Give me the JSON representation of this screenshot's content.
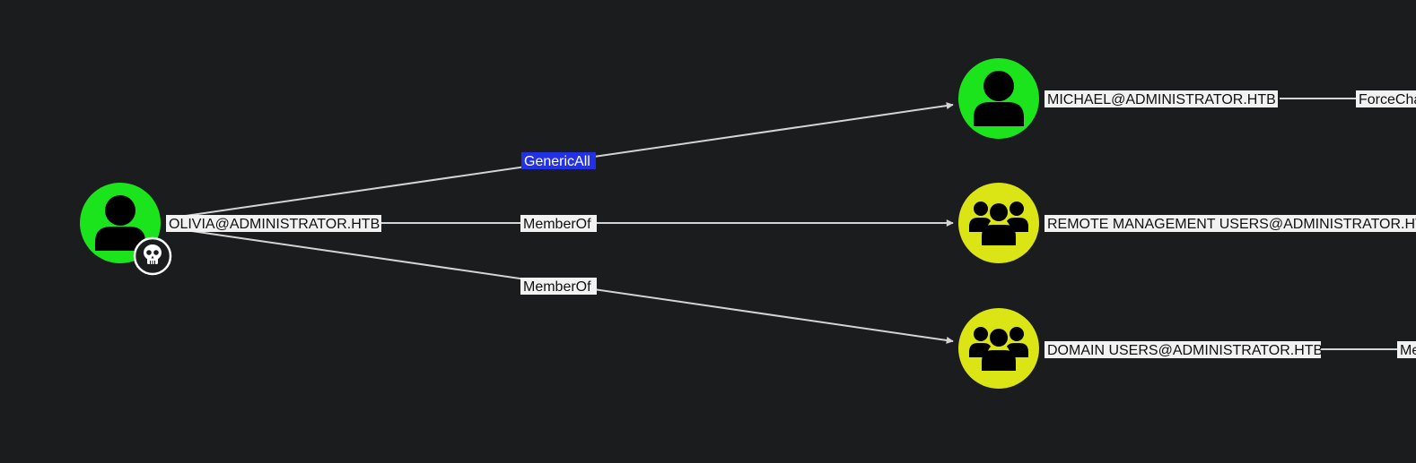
{
  "colors": {
    "background": "#1b1c1e",
    "user_node": "#1ce41c",
    "group_node": "#dbe414",
    "edge": "#d4d4d4",
    "label_bg": "#f2f2f2",
    "selected_edge_label_bg": "#2230e6",
    "owned_badge": "#1b1c1e"
  },
  "nodes": {
    "olivia": {
      "label": "OLIVIA@ADMINISTRATOR.HTB",
      "kind": "user",
      "icon": "user-icon",
      "badge": "skull-icon"
    },
    "michael": {
      "label": "MICHAEL@ADMINISTRATOR.HTB",
      "kind": "user",
      "icon": "user-icon"
    },
    "remote_mgmt": {
      "label": "REMOTE MANAGEMENT USERS@ADMINISTRATOR.HTB",
      "kind": "group",
      "icon": "group-icon"
    },
    "domain_users": {
      "label": "DOMAIN USERS@ADMINISTRATOR.HTB",
      "kind": "group",
      "icon": "group-icon"
    }
  },
  "edges": {
    "generic_all": {
      "label": "GenericAll",
      "selected": true
    },
    "member_of_remote": {
      "label": "MemberOf",
      "selected": false
    },
    "member_of_domain": {
      "label": "MemberOf",
      "selected": false
    },
    "force_change": {
      "label": "ForceChangePassword",
      "selected": false
    },
    "domain_out": {
      "label": "MemberOf",
      "selected": false
    }
  }
}
